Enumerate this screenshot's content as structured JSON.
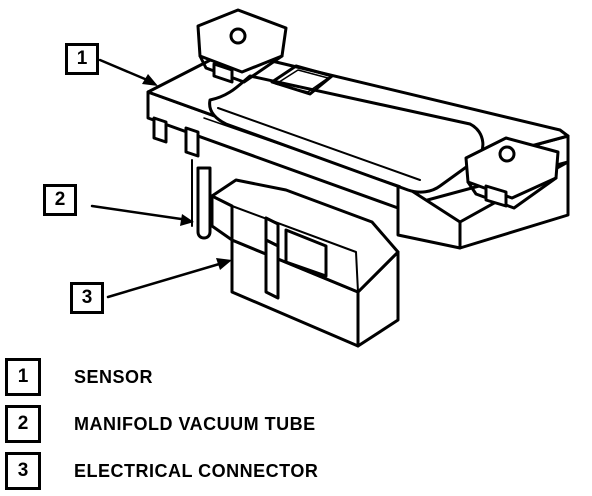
{
  "callouts": [
    {
      "number": "1"
    },
    {
      "number": "2"
    },
    {
      "number": "3"
    }
  ],
  "legend": [
    {
      "number": "1",
      "label": "SENSOR"
    },
    {
      "number": "2",
      "label": "MANIFOLD VACUUM TUBE"
    },
    {
      "number": "3",
      "label": "ELECTRICAL CONNECTOR"
    }
  ],
  "colors": {
    "ink": "#000000",
    "paper": "#ffffff"
  }
}
